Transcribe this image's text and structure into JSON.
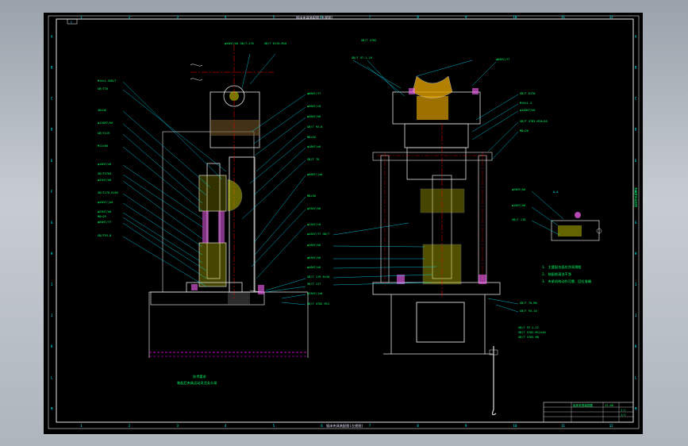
{
  "drawing": {
    "top_title": "钣床夹具装配图(主视图)",
    "bottom_title": "钣床夹具装配图(左视图)",
    "section_label": "A—A",
    "side_text": "夹具整体装配图",
    "left_note_1": "技术要求",
    "left_note_2": "装配后夹具运动灵活无卡滞",
    "notes": [
      "1. 主要配合面应涂润滑脂",
      "2. 装配前清洗干净",
      "3. 夹紧机构动作可靠、回位准确"
    ],
    "frame_marker": "C",
    "grid_columns": [
      "1",
      "2",
      "3",
      "4",
      "5",
      "6",
      "7",
      "8",
      "9",
      "10",
      "11",
      "12"
    ],
    "grid_rows": [
      "A",
      "B",
      "C",
      "D",
      "E",
      "F",
      "G",
      "H",
      "I",
      "J",
      "K",
      "L",
      "M"
    ],
    "title_block": {
      "name": "钣床夹具装配图",
      "drawing_no": "JJ-00",
      "scale": "1:1",
      "sheet": "1/1"
    },
    "left_callouts": [
      "M10×1.5GB/T",
      "GB/T70",
      "40×h6",
      "φ120H7/h6",
      "GB/T119",
      "M12×60",
      "φ16H7/n6",
      "GB/T5783",
      "φ32H7/k6",
      "GB/T276-6205",
      "φ45H7/js6",
      "φ25H7/k6",
      "M8×25",
      "φ60H7/f7",
      "GB/T93-8"
    ],
    "top_left_callouts": [
      "φ50H7/k6 GB/T-276",
      "GB/T 6170-M10"
    ],
    "mid_callouts": [
      "φ60H7/f7",
      "φ30H7/r6",
      "φ40H7/h6",
      "GB/T 93-8",
      "M6×16",
      "φ18H7/n6",
      "GB/T 70",
      "φ50H7/js6",
      "M8×30",
      "φ35H7/k6",
      "φ12H7/r6"
    ],
    "lower_mid_callouts": [
      "φ45H7/f7 GB/T",
      "φ20H7/k6",
      "φ65H7/h6",
      "φ40H7/n6",
      "GB/T 119 6×30",
      "GB/T 117",
      "φ25H7/js6",
      "GB/T 5782 M12"
    ],
    "right_callouts": [
      "GB/T 6170",
      "M16×1.5",
      "φ100H7/h6",
      "GB/T 5783-M10×30",
      "M8×20",
      "GB/T 70-M8",
      "GB/T 93-10"
    ],
    "right_top_callouts": [
      "GB/T 5782",
      "GB/T 97.1-16",
      "φ80H7/f7"
    ],
    "detail_callouts": [
      "φ20H7/k6",
      "φ10H7/n6",
      "GB/T 119"
    ],
    "bottom_right_callouts": [
      "GB/T 97.1-12",
      "GB/T 5782-M12×40",
      "GB/T 5783 M8"
    ]
  }
}
